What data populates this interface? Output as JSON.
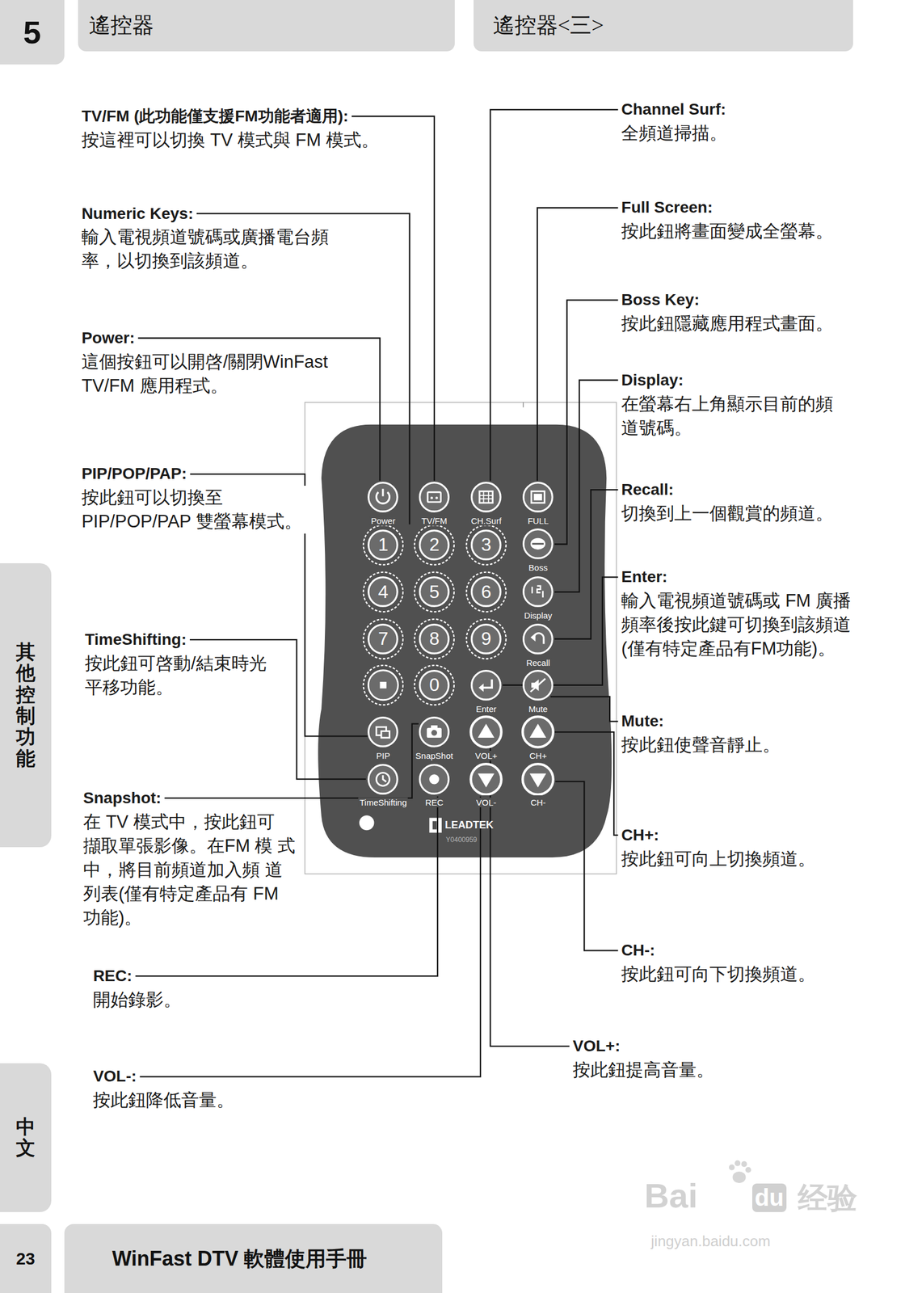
{
  "diagram": {
    "nodes": [
      {
        "text": [
          "5"
        ]
      },
      {
        "text": [
          "遙控器"
        ]
      },
      {
        "text": [
          "遙控器<三>"
        ]
      },
      {
        "text": [
          "Power"
        ]
      },
      {
        "text": [
          "TV/FM"
        ]
      },
      {
        "text": [
          "CH.Surf"
        ]
      },
      {
        "text": [
          "FULL"
        ]
      },
      {
        "text": [
          "1"
        ]
      },
      {
        "text": [
          "2"
        ]
      },
      {
        "text": [
          "3"
        ]
      },
      {
        "text": [
          "Boss"
        ]
      },
      {
        "text": [
          "4"
        ]
      },
      {
        "text": [
          "5"
        ]
      },
      {
        "text": [
          "6"
        ]
      },
      {
        "text": [
          "Display"
        ]
      },
      {
        "text": [
          "7"
        ]
      },
      {
        "text": [
          "8"
        ]
      },
      {
        "text": [
          "9"
        ]
      },
      {
        "text": [
          "Recall"
        ]
      },
      {
        "text": [
          "0"
        ]
      },
      {
        "text": [
          "Enter"
        ]
      },
      {
        "text": [
          "Mute"
        ]
      },
      {
        "text": [
          "PIP"
        ]
      },
      {
        "text": [
          "SnapShot"
        ]
      },
      {
        "text": [
          "VOL+"
        ]
      },
      {
        "text": [
          "CH+"
        ]
      },
      {
        "text": [
          "TimeShifting"
        ]
      },
      {
        "text": [
          "REC"
        ]
      },
      {
        "text": [
          "VOL-"
        ]
      },
      {
        "text": [
          "CH-"
        ]
      },
      {
        "text": [
          "其他控制功能"
        ]
      },
      {
        "text": [
          "中文"
        ]
      },
      {
        "text": [
          "23"
        ]
      },
      {
        "text": [
          "WinFast DTV 軟體使用手冊"
        ]
      }
    ],
    "labels": [
      "TV/FM (此功能僅支援FM功能者適用):",
      "按這裡可以切換 TV 模式與 FM 模式。",
      "Numeric Keys:",
      "輸入電視頻道號碼或廣播電台頻 率，以切換到該頻道。",
      "Power:",
      "這個按鈕可以開啓/關閉WinFast TV/FM 應用程式。",
      "PIP/POP/PAP:",
      "按此鈕可以切換至 PIP/POP/PAP 雙螢幕模式。",
      "TimeShifting:",
      "按此鈕可啓動/結束時光 平移功能。",
      "Snapshot:",
      "在 TV 模式中，按此鈕可 擷取單張影像。在FM 模 式中，將目前頻道加入頻 道列表(僅有特定產品有 FM功能)。",
      "REC:",
      "開始錄影。",
      "VOL-:",
      "按此鈕降低音量。",
      "Channel Surf:",
      "全頻道掃描。",
      "Full Screen:",
      "按此鈕將畫面變成全螢幕。",
      "Boss Key:",
      "按此鈕隱藏應用程式畫面。",
      "Display:",
      "在螢幕右上角顯示目前的頻 道號碼。",
      "Recall:",
      "切換到上一個觀賞的頻道。",
      "Enter:",
      "輸入電視頻道號碼或 FM 廣播 頻率後按此鍵可切換到該頻道 (僅有特定產品有FM功能)。",
      "Mute:",
      "按此鈕使聲音靜止。",
      "CH+:",
      "按此鈕可向上切換頻道。",
      "CH-:",
      "按此鈕可向下切換頻道。",
      "VOL+:",
      "按此鈕提高音量。",
      "LEADTEK",
      "Y0400959",
      "Bai",
      "du",
      "经验",
      "jingyan.baidu.com"
    ]
  }
}
